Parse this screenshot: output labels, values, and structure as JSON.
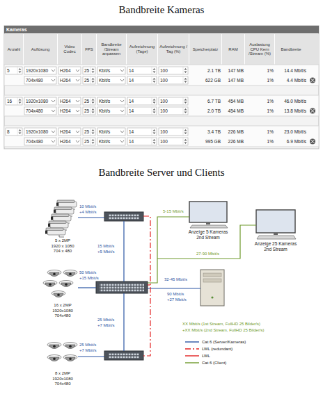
{
  "diagram": {
    "title": "Bandbreite Kameras",
    "nodes": [
      {
        "text": [
          "5 x 2MP",
          "1920 x 1080",
          "704 x 480"
        ]
      },
      {
        "text": [
          "Anzeige 5 Kameras",
          "2nd Stream"
        ]
      },
      {
        "text": [
          "Anzeige 25 Kameras",
          "2nd Stream"
        ]
      },
      {
        "text": [
          "16 x 2MP",
          "1920x1080",
          "704x480"
        ]
      },
      {
        "text": [
          "8 x 2MP",
          "1920x1080",
          "704x480"
        ]
      }
    ],
    "labels": [
      "Bandbreite Server und Clients",
      "Kameras",
      "Anzahl",
      "Auflösung",
      "Video Codec",
      "FPS",
      "Bandbreite /Stream anpassen",
      "Aufzeichnung (Tage)",
      "Aufzeichnung / Tag (%)",
      "Speicherplatz",
      "RAM",
      "Auslastung CPU Kern /Stream (%)",
      "Bandbreite",
      "5",
      "1920x1080",
      "H264",
      "25",
      "Kbit/s",
      "14",
      "100",
      "2.1 TB",
      "147 MB",
      "1%",
      "14.4 Mbit/s",
      "704x480",
      "H264",
      "25",
      "Kbit/s",
      "14",
      "100",
      "622 GB",
      "147 MB",
      "1%",
      "4.4 Mbit/s",
      "16",
      "1920x1080",
      "H264",
      "25",
      "Kbit/s",
      "14",
      "100",
      "6.7 TB",
      "454 MB",
      "1%",
      "46.0 Mbit/s",
      "704x480",
      "H264",
      "25",
      "Kbit/s",
      "14",
      "100",
      "2.0 TB",
      "454 MB",
      "1%",
      "13.8 Mbit/s",
      "8",
      "1920x1080",
      "H264",
      "25",
      "Kbit/s",
      "14",
      "100",
      "3.4 TB",
      "226 MB",
      "1%",
      "23.0 Mbit/s",
      "704x480",
      "H264",
      "25",
      "Kbit/s",
      "14",
      "100",
      "995 GB",
      "226 MB",
      "1%",
      "6.9 Mbit/s",
      "10 Mbit/s",
      "+4 Mbit/s",
      "15 Mbit/s",
      "+5 Mbit/s",
      "50 Mbit/s",
      "+15 Mbit/s",
      "32-45 Mbit/s",
      "90 Mbit/s",
      "+27 Mbit/s",
      "5-15 Mbit/s",
      "27-90 Mbit/s",
      "25 Mbit/s",
      "+7 Mbit/s",
      "25 Mbit/s",
      "+7 Mbit/s",
      "XX Mbit/s (1st Stream, FullHD 25 Bilder/s)",
      "+XX Mbit/s (2nd Stream, FullHD 25 Bilder/s)"
    ],
    "legend": [
      {
        "text": "Cat 6 (Server/Kameras)"
      },
      {
        "text": "LWL (redundant)"
      },
      {
        "text": "LWL"
      },
      {
        "text": "Cat 6 (Client)"
      }
    ]
  }
}
